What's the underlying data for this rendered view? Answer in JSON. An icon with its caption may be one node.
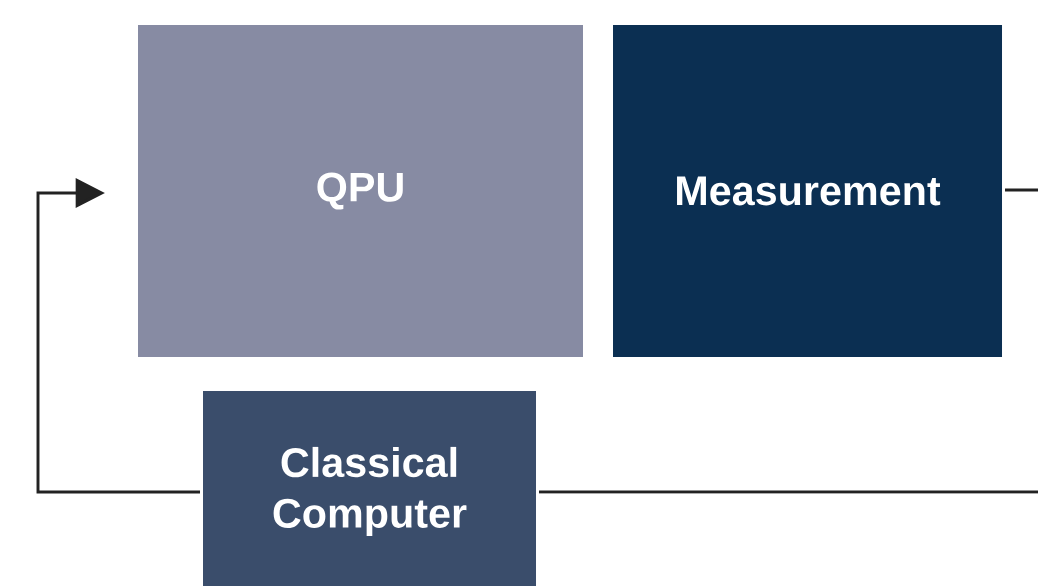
{
  "diagram": {
    "nodes": [
      {
        "text": [
          "QPU"
        ]
      },
      {
        "text": [
          "Measurement"
        ]
      },
      {
        "text": [
          "Classical Computer"
        ]
      }
    ],
    "edges": [
      {
        "from": 1,
        "to": 2,
        "arrow": "none"
      },
      {
        "from": 2,
        "to": 0,
        "arrow": "to"
      }
    ]
  }
}
